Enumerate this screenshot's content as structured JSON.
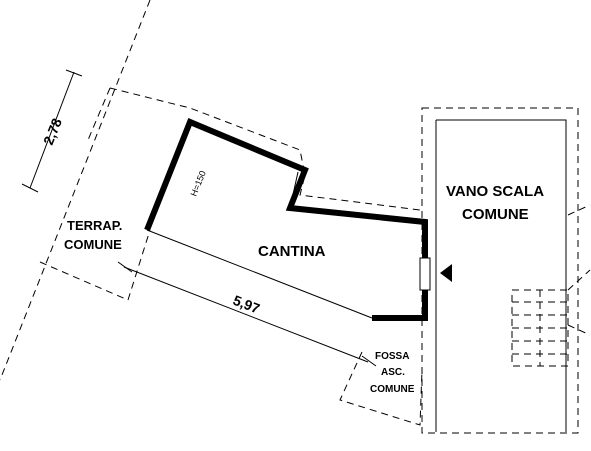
{
  "plan": {
    "rooms": {
      "cantina": "CANTINA",
      "vano_scala_line1": "VANO SCALA",
      "vano_scala_line2": "COMUNE",
      "terrap_line1": "TERRAP.",
      "terrap_line2": "COMUNE",
      "fossa_line1": "FOSSA",
      "fossa_line2": "ASC.",
      "fossa_line3": "COMUNE"
    },
    "dimensions": {
      "left_width": "2,78",
      "bottom_length": "5,97",
      "height_note": "H=150"
    },
    "colors": {
      "line": "#000000",
      "background": "#ffffff"
    },
    "icons": {
      "entrance": "entrance-arrow-icon"
    }
  }
}
